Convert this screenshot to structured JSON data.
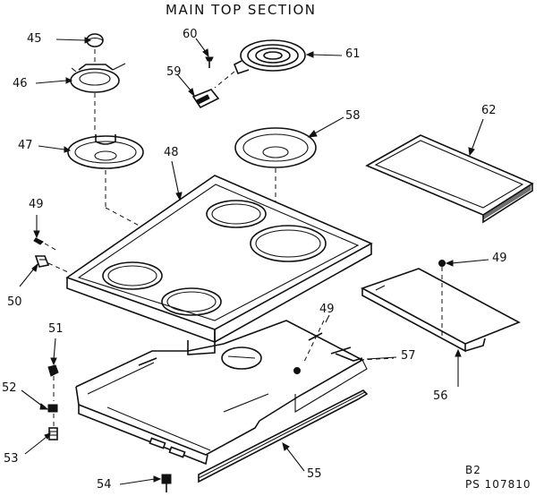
{
  "title": "MAIN TOP SECTION",
  "footer": {
    "sheet": "B2",
    "code": "PS 107810"
  },
  "parts": {
    "p45": "45",
    "p46": "46",
    "p47": "47",
    "p48": "48",
    "p49a": "49",
    "p50": "50",
    "p51": "51",
    "p52": "52",
    "p53": "53",
    "p54": "54",
    "p55": "55",
    "p49b": "49",
    "p56": "56",
    "p57": "57",
    "p58": "58",
    "p59": "59",
    "p60": "60",
    "p61": "61",
    "p62": "62",
    "p49c": "49"
  }
}
